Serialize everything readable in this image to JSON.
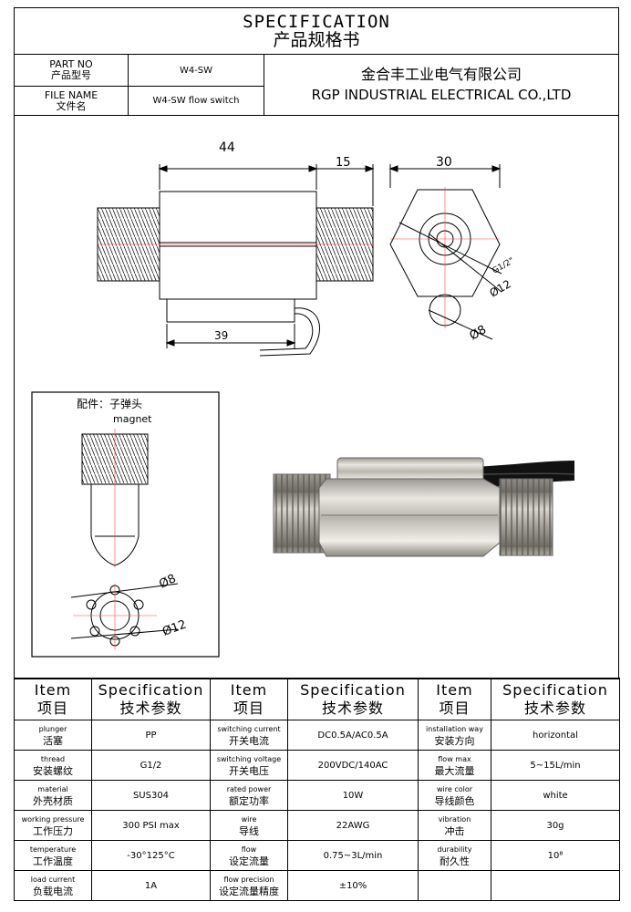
{
  "header": {
    "title_en": "SPECIFICATION",
    "title_zh": "产品规格书",
    "part_no_label_en": "PART NO",
    "part_no_label_zh": "产品型号",
    "part_no_value": "W4-SW",
    "file_name_label_en": "FILE NAME",
    "file_name_label_zh": "文件名",
    "file_name_value": "W4-SW flow switch",
    "company_zh": "金合丰工业电气有限公司",
    "company_en": "RGP INDUSTRIAL ELECTRICAL CO.,LTD"
  },
  "drawing": {
    "dim_44": "44",
    "dim_15": "15",
    "dim_30": "30",
    "dim_39": "39",
    "dim_g12": "G1/2\"",
    "dim_phi12": "Ø12",
    "dim_phi8": "Ø8",
    "magnet_label_zh": "配件：子弹头",
    "magnet_label_en": "magnet",
    "magnet_phi8": "Ø8",
    "magnet_phi12": "Ø12"
  },
  "spec_table": {
    "headers": [
      {
        "en": "Item",
        "zh": "项目"
      },
      {
        "en": "Specification",
        "zh": "技术参数"
      },
      {
        "en": "Item",
        "zh": "项目"
      },
      {
        "en": "Specification",
        "zh": "技术参数"
      },
      {
        "en": "Item",
        "zh": "项目"
      },
      {
        "en": "Specification",
        "zh": "技术参数"
      }
    ],
    "rows": [
      [
        {
          "en": "plunger",
          "zh": "活塞"
        },
        "PP",
        {
          "en": "switching current",
          "zh": "开关电流"
        },
        "DC0.5A/AC0.5A",
        {
          "en": "installation way",
          "zh": "安装方向"
        },
        "horizontal"
      ],
      [
        {
          "en": "thread",
          "zh": "安装螺纹"
        },
        "G1/2",
        {
          "en": "switching voltage",
          "zh": "开关电压"
        },
        "200VDC/140AC",
        {
          "en": "flow max",
          "zh": "最大流量"
        },
        "5~15L/min"
      ],
      [
        {
          "en": "material",
          "zh": "外壳材质"
        },
        "SUS304",
        {
          "en": "rated power",
          "zh": "额定功率"
        },
        "10W",
        {
          "en": "wire color",
          "zh": "导线颜色"
        },
        "white"
      ],
      [
        {
          "en": "working pressure",
          "zh": "工作压力"
        },
        "300 PSI max",
        {
          "en": "wire",
          "zh": "导线"
        },
        "22AWG",
        {
          "en": "vibration",
          "zh": "冲击"
        },
        "30g"
      ],
      [
        {
          "en": "temperature",
          "zh": "工作温度"
        },
        "-30°125°C",
        {
          "en": "flow",
          "zh": "设定流量"
        },
        "0.75~3L/min",
        {
          "en": "durability",
          "zh": "耐久性"
        },
        "10⁸"
      ],
      [
        {
          "en": "load current",
          "zh": "负载电流"
        },
        "1A",
        {
          "en": "flow precision",
          "zh": "设定流量精度"
        },
        "±10%",
        {
          "en": "",
          "zh": ""
        },
        ""
      ]
    ]
  }
}
